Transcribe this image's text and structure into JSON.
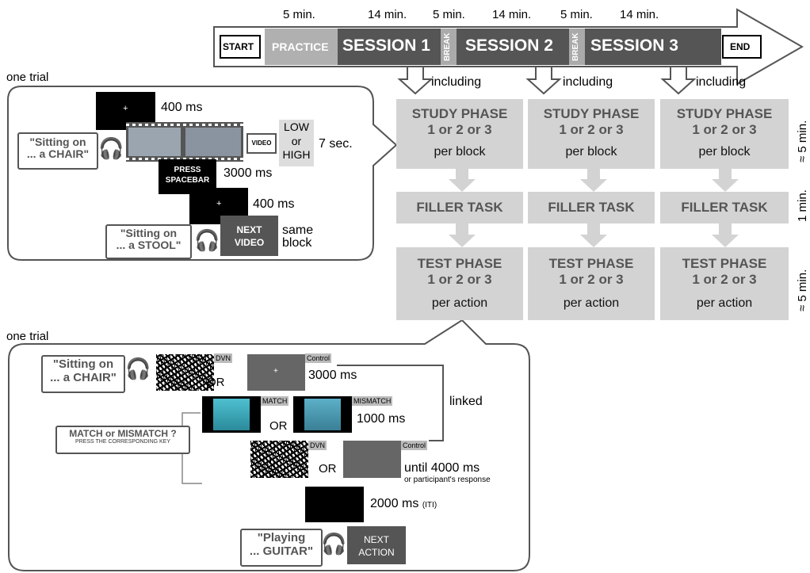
{
  "timeline": {
    "durations": [
      "5 min.",
      "14 min.",
      "5 min.",
      "14 min.",
      "5 min.",
      "14 min."
    ],
    "start": "START",
    "practice": "PRACTICE",
    "session1": "SESSION 1",
    "break1": "BREAK",
    "session2": "SESSION 2",
    "break2": "BREAK",
    "session3": "SESSION 3",
    "end": "END",
    "including": "including"
  },
  "columns": {
    "study_title": "STUDY PHASE",
    "study_sub": "1 or 2 or 3",
    "study_per": "per block",
    "filler": "FILLER TASK",
    "test_title": "TEST PHASE",
    "test_sub": "1 or 2 or 3",
    "test_per": "per action"
  },
  "side_durations": [
    "≈ 5 min.",
    "1 min.",
    "≈ 5 min."
  ],
  "study_trial": {
    "label": "one trial",
    "fix_time": "400 ms",
    "cue_line1": "\"Sitting on",
    "cue_line2": "... a CHAIR\"",
    "video_icon": "VIDEO",
    "low": "LOW",
    "or": "or",
    "high": "HIGH",
    "video_time": "7 sec.",
    "press_line1": "PRESS",
    "press_line2": "SPACEBAR",
    "press_time": "3000 ms",
    "fix2_time": "400 ms",
    "cue2_line1": "\"Sitting on",
    "cue2_line2": "... a STOOL\"",
    "next_line1": "NEXT",
    "next_line2": "VIDEO",
    "same_line1": "same",
    "same_line2": "block"
  },
  "test_trial": {
    "label": "one trial",
    "cue_line1": "\"Sitting on",
    "cue_line2": "... a CHAIR\"",
    "dvn": "DVN",
    "or": "OR",
    "control": "Control",
    "prime_time": "3000 ms",
    "linked": "linked",
    "match": "MATCH",
    "mismatch": "MISMATCH",
    "video_time": "1000 ms",
    "question": "MATCH or MISMATCH ?",
    "question_sub": "PRESS THE CORRESPONDING KEY",
    "resp_time": "until 4000 ms",
    "resp_sub": "or participant's response",
    "iti_time": "2000 ms",
    "iti_label": "(ITI)",
    "next_cue_line1": "\"Playing",
    "next_cue_line2": "... GUITAR\"",
    "next_line1": "NEXT",
    "next_line2": "ACTION"
  }
}
